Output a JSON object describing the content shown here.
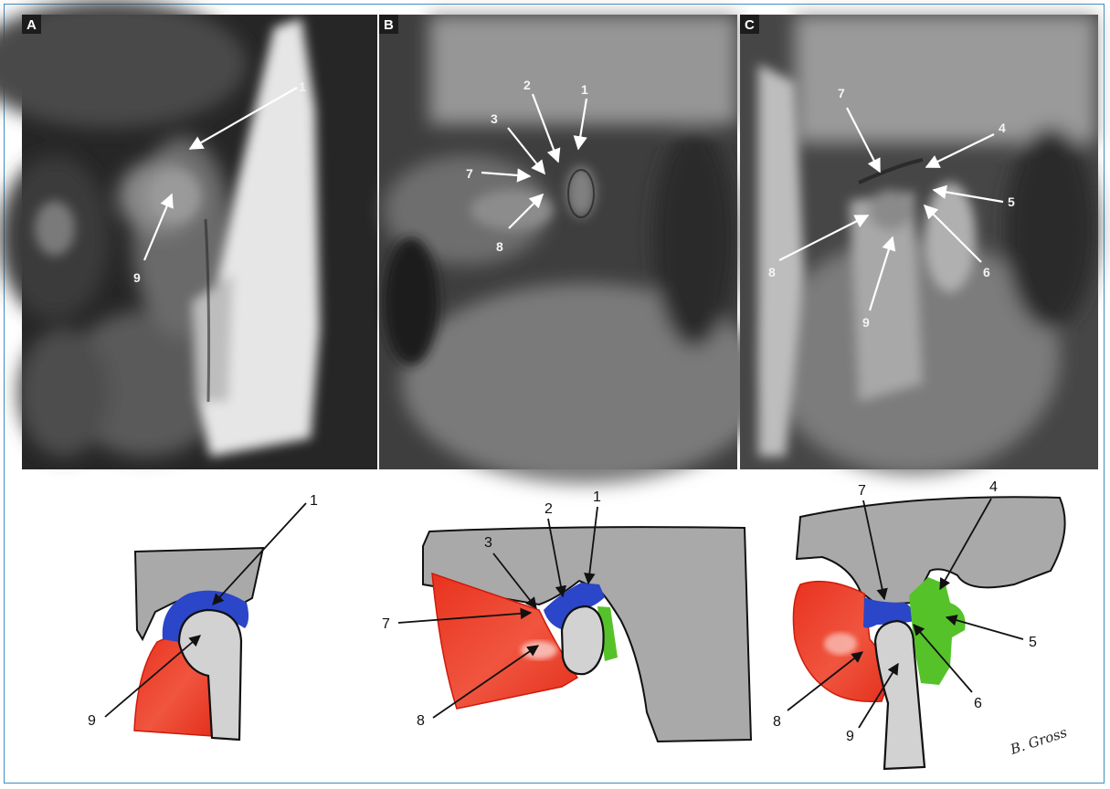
{
  "panels": [
    {
      "letter": "A"
    },
    {
      "letter": "B"
    },
    {
      "letter": "C"
    }
  ],
  "mri_labels": {
    "a": {
      "n1": "1",
      "n9": "9"
    },
    "b": {
      "n1": "1",
      "n2": "2",
      "n3": "3",
      "n7": "7",
      "n8": "8"
    },
    "c": {
      "n4": "4",
      "n5": "5",
      "n6": "6",
      "n7": "7",
      "n8": "8",
      "n9": "9"
    }
  },
  "drawing_labels": {
    "a": {
      "n1": "1",
      "n9": "9"
    },
    "b": {
      "n1": "1",
      "n2": "2",
      "n3": "3",
      "n7": "7",
      "n8": "8"
    },
    "c": {
      "n4": "4",
      "n5": "5",
      "n6": "6",
      "n7": "7",
      "n8": "8",
      "n9": "9"
    }
  },
  "signature": "B. Gross",
  "colors": {
    "disc": "#2b46c8",
    "muscle": "#e8321e",
    "ligament": "#56c22a",
    "bone": "#a9a9a9",
    "condyle": "#d2d2d2",
    "border": "#3f8fc4"
  }
}
